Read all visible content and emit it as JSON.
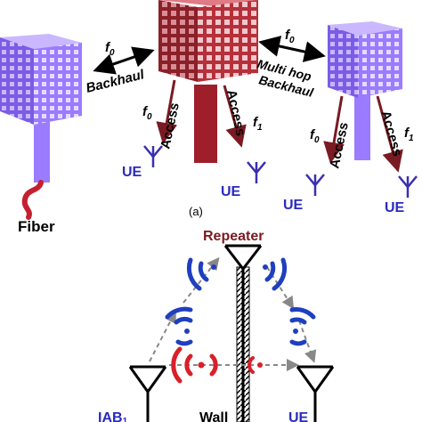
{
  "panel_a": {
    "caption": "(a)",
    "backhaul_freq": "f",
    "backhaul_sub": "0",
    "backhaul_label": "Backhaul",
    "multihop_freq": "f",
    "multihop_sub": "0",
    "multihop_label_line1": "Multi hop",
    "multihop_label_line2": "Backhaul",
    "access_label": "Access",
    "access_f0": "f",
    "access_f0_sub": "0",
    "access_f1": "f",
    "access_f1_sub": "1",
    "ue_label": "UE",
    "fiber_label": "Fiber"
  },
  "panel_b": {
    "repeater_label": "Repeater",
    "wall_label": "Wall",
    "iab_label": "IAB",
    "iab_sub": "1",
    "ue_label": "UE"
  },
  "colors": {
    "red_building": "#b5303a",
    "red_dark": "#7a1a22",
    "purple_building": "#9b7bff",
    "purple_dark": "#5a3fc0",
    "blue_text": "#2a2abf",
    "wave_red": "#d9202a",
    "wave_blue": "#1f3fbf",
    "fiber": "#c42030"
  }
}
